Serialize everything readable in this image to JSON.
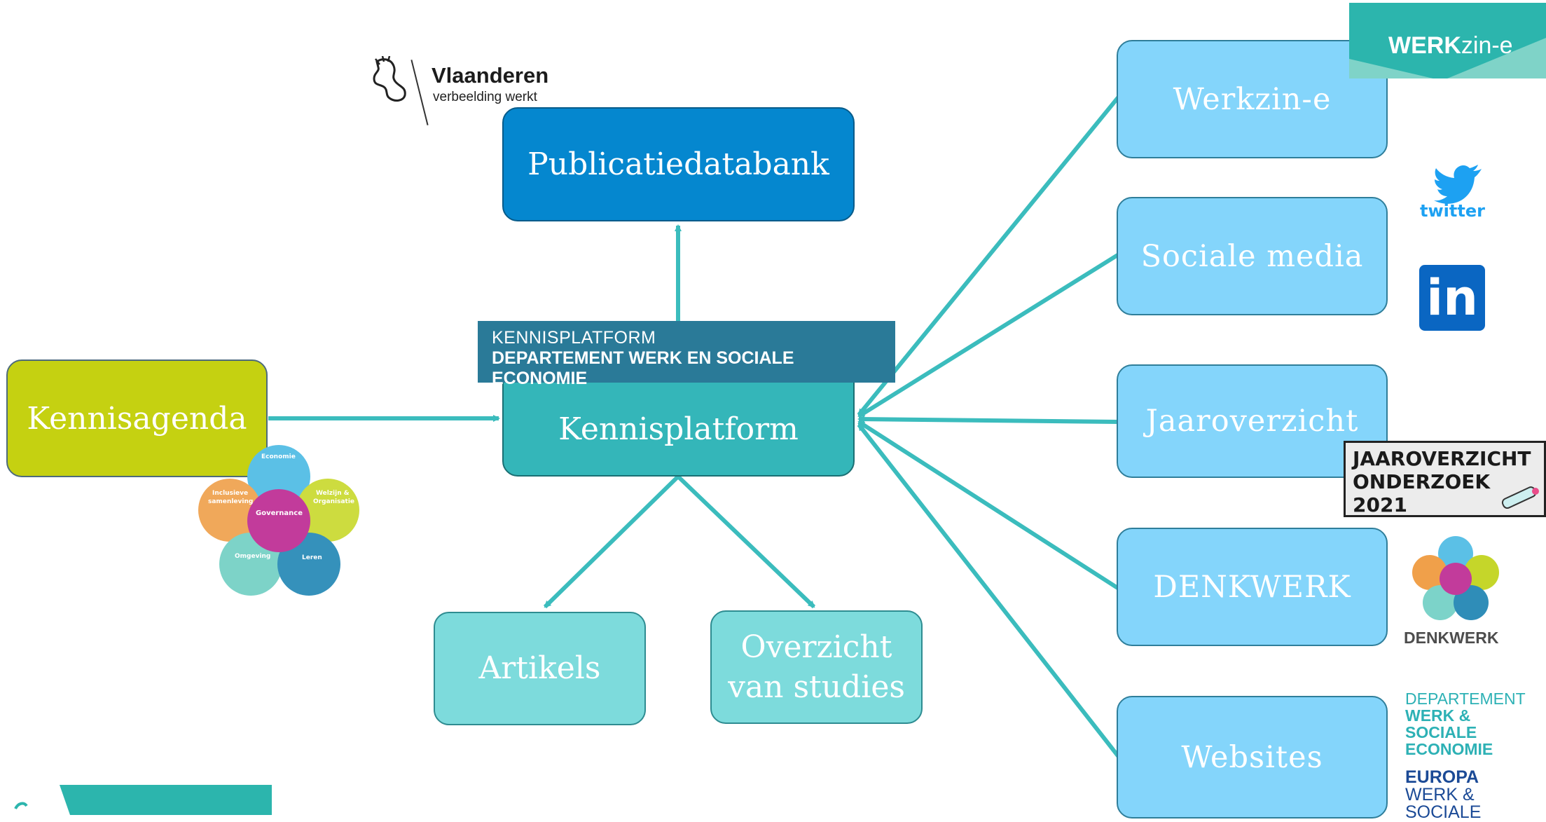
{
  "colors": {
    "edge": "#3bbcbd",
    "right_node": "#84d5fb",
    "publicatiedatabank": "#0587cf",
    "kennisplatform": "#34b6b9",
    "subnode": "#7ddbdc",
    "kennisagenda": "#c5d111",
    "banner": "#2a7a98"
  },
  "nodes": {
    "publicatiedatabank": "Publicatiedatabank",
    "kennisplatform": "Kennisplatform",
    "kennisagenda": "Kennisagenda",
    "artikels": "Artikels",
    "overzicht_line1": "Overzicht",
    "overzicht_line2": "van studies",
    "werkzine": "Werkzin-e",
    "sociale_media": "Sociale media",
    "jaaroverzicht": "Jaaroverzicht",
    "denkwerk": "DENKWERK",
    "websites": "Websites"
  },
  "banner": {
    "line1": "KENNISPLATFORM",
    "line2": "DEPARTEMENT WERK EN SOCIALE ECONOMIE"
  },
  "logos": {
    "vlaanderen_title": "Vlaanderen",
    "vlaanderen_tagline": "verbeelding werkt",
    "werkzine_bold": "WERK",
    "werkzine_light": "zin-e",
    "twitter": "twitter",
    "linkedin": "in",
    "jaaroverzicht_line1": "JAAROVERZICHT",
    "jaaroverzicht_line2": "ONDERZOEK",
    "jaaroverzicht_line3": "2021",
    "denkwerk_label": "DENKWERK",
    "dept_line1": "DEPARTEMENT",
    "dept_line2": "WERK &",
    "dept_line3": "SOCIALE",
    "dept_line4": "ECONOMIE",
    "europa_line1": "EUROPA",
    "europa_line2": "WERK &",
    "europa_line3": "SOCIALE"
  },
  "flower": {
    "economie": "Economie",
    "welzijn": "Welzijn &",
    "organisatie": "Organisatie",
    "inclusieve": "Inclusieve",
    "samenleving": "samenleving",
    "governance": "Governance",
    "omgeving": "Omgeving",
    "leren": "Leren"
  }
}
